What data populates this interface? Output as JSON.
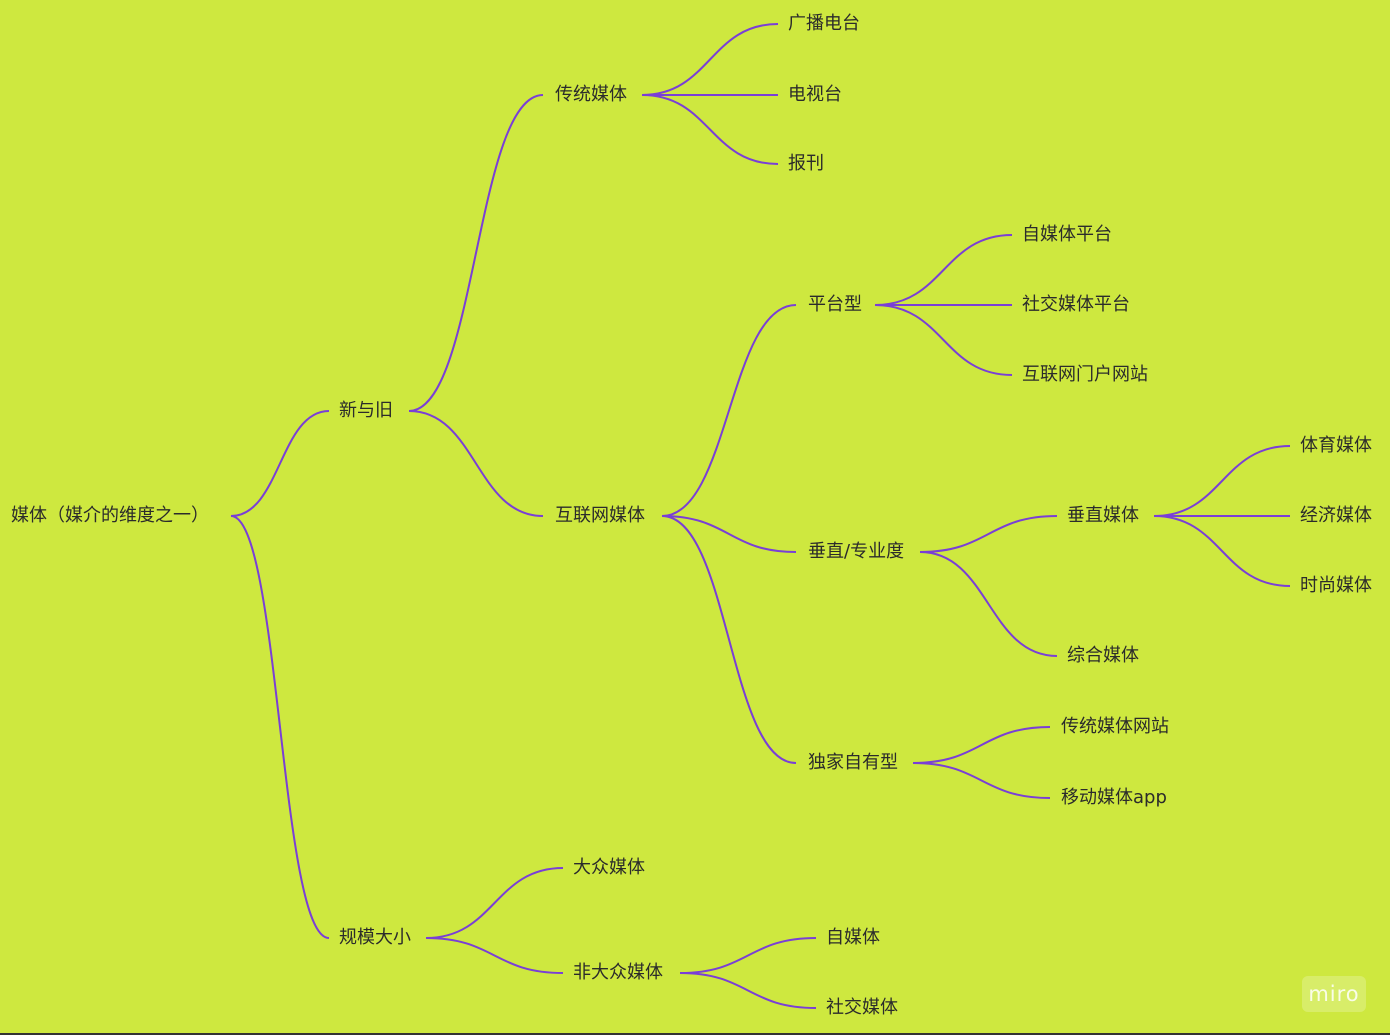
{
  "mindmap": {
    "root": "媒体（媒介的维度之一）",
    "new_old": "新与旧",
    "traditional_media": "传统媒体",
    "radio": "广播电台",
    "tv": "电视台",
    "newspaper": "报刊",
    "internet_media": "互联网媒体",
    "platform_type": "平台型",
    "self_media_platform": "自媒体平台",
    "social_media_platform": "社交媒体平台",
    "portal_site": "互联网门户网站",
    "vertical_degree": "垂直/专业度",
    "vertical_media": "垂直媒体",
    "sports_media": "体育媒体",
    "economic_media": "经济媒体",
    "fashion_media": "时尚媒体",
    "comprehensive_media": "综合媒体",
    "exclusive_type": "独家自有型",
    "traditional_media_site": "传统媒体网站",
    "mobile_media_app": "移动媒体app",
    "scale": "规模大小",
    "mass_media": "大众媒体",
    "non_mass_media": "非大众媒体",
    "we_media": "自媒体",
    "social_media": "社交媒体"
  },
  "watermark": "miro",
  "colors": {
    "background": "#cee83f",
    "edge": "#7a3fd6",
    "text": "#2b2b2b"
  }
}
